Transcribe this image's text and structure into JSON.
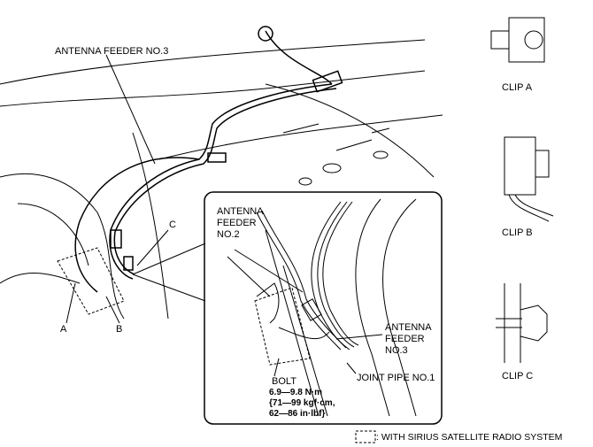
{
  "labels": {
    "antenna_feeder_no3_top": "ANTENNA FEEDER NO.3",
    "clip_a": "CLIP A",
    "clip_b": "CLIP B",
    "clip_c": "CLIP C",
    "callout_a": "A",
    "callout_b": "B",
    "callout_c": "C",
    "antenna_feeder_no2": [
      "ANTENNA",
      "FEEDER",
      "NO.2"
    ],
    "antenna_feeder_no3_detail": [
      "ANTENNA",
      "FEEDER",
      "NO.3"
    ],
    "joint_pipe": "JOINT PIPE NO.1",
    "bolt": "BOLT",
    "torque": [
      "6.9—9.8 N·m",
      "{71—99 kgf·cm,",
      "62—86 in·lbf}"
    ],
    "legend": ": WITH SIRIUS SATELLITE RADIO SYSTEM"
  },
  "colors": {
    "line": "#000000",
    "background": "#ffffff"
  }
}
